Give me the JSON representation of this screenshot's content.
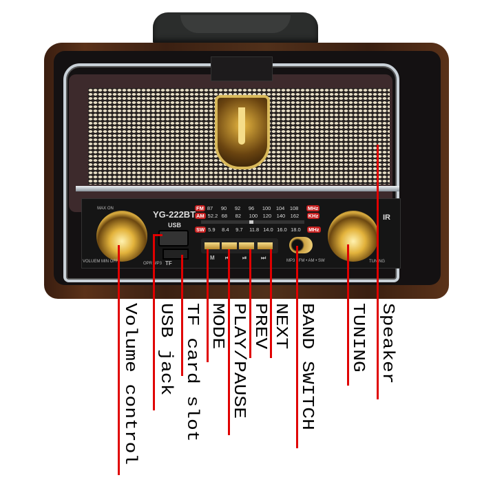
{
  "radio": {
    "model": "YG-222BT",
    "usb": "USB",
    "max_on": "MAX ON",
    "volume_min_off": "VOLUEM MIN OFF",
    "opr_mp3": "OPR MP3",
    "tf": "TF",
    "ir": "IR",
    "tuning_text": "TUNING",
    "band_switch_text": "MP3 • FM • AM • SW",
    "bands": [
      {
        "name": "FM",
        "values": [
          "87",
          "90",
          "92",
          "96",
          "100",
          "104",
          "108"
        ],
        "unit": "MHz"
      },
      {
        "name": "AM",
        "values": [
          "52.2",
          "68",
          "82",
          "100",
          "120",
          "140",
          "162"
        ],
        "unit": "KHz"
      },
      {
        "name": "SW",
        "values": [
          "5.9",
          "8.4",
          "9.7",
          "11.8",
          "14.0",
          "16.0",
          "18.0"
        ],
        "unit": "MHz"
      }
    ],
    "button_symbols": [
      "M",
      "⏮",
      "⏯",
      "⏭"
    ]
  },
  "callouts": [
    "Volume control",
    "USB jack",
    "TF card slot",
    "MODE",
    "PLAY/PAUSE",
    "PREV",
    "NEXT",
    "BAND SWITCH",
    "TUNING",
    "Speaker"
  ]
}
